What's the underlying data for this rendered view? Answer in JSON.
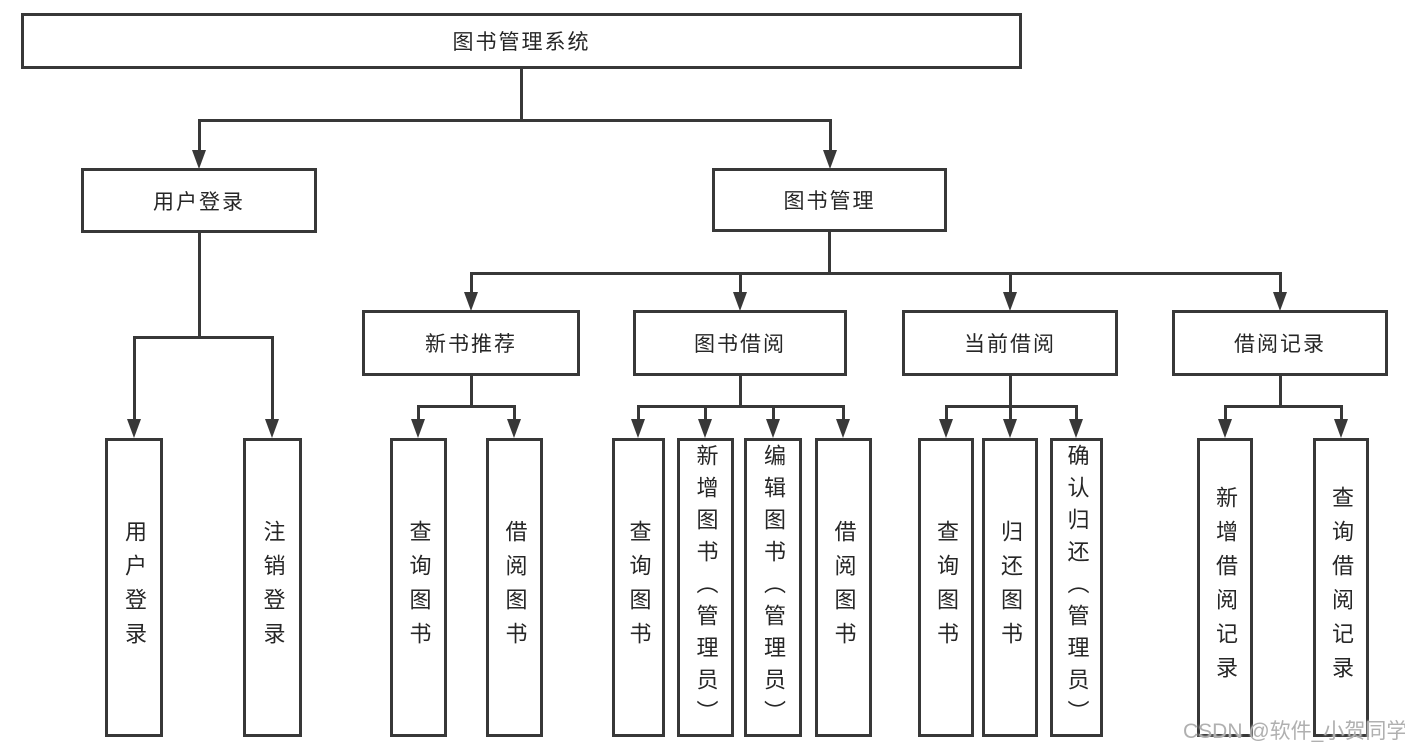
{
  "nodes": {
    "root": "图书管理系统",
    "user_login": "用户登录",
    "book_mgmt": "图书管理",
    "new_book_rec": "新书推荐",
    "book_borrow": "图书借阅",
    "current_borrow": "当前借阅",
    "borrow_records": "借阅记录",
    "leaf_user_login": "用户登录",
    "leaf_logout": "注销登录",
    "leaf_nb_query": "查询图书",
    "leaf_nb_borrow": "借阅图书",
    "leaf_bb_query": "查询图书",
    "leaf_bb_add": "新增图书（管理员）",
    "leaf_bb_edit": "编辑图书（管理员）",
    "leaf_bb_borrow": "借阅图书",
    "leaf_cb_query": "查询图书",
    "leaf_cb_return": "归还图书",
    "leaf_cb_confirm": "确认归还（管理员）",
    "leaf_br_add": "新增借阅记录",
    "leaf_br_query": "查询借阅记录"
  },
  "hierarchy": {
    "root": {
      "children": [
        "user_login",
        "book_mgmt"
      ]
    },
    "user_login": {
      "children": [
        "leaf_user_login",
        "leaf_logout"
      ]
    },
    "book_mgmt": {
      "children": [
        "new_book_rec",
        "book_borrow",
        "current_borrow",
        "borrow_records"
      ]
    },
    "new_book_rec": {
      "children": [
        "leaf_nb_query",
        "leaf_nb_borrow"
      ]
    },
    "book_borrow": {
      "children": [
        "leaf_bb_query",
        "leaf_bb_add",
        "leaf_bb_edit",
        "leaf_bb_borrow"
      ]
    },
    "current_borrow": {
      "children": [
        "leaf_cb_query",
        "leaf_cb_return",
        "leaf_cb_confirm"
      ]
    },
    "borrow_records": {
      "children": [
        "leaf_br_add",
        "leaf_br_query"
      ]
    }
  },
  "watermark": "CSDN @软件_小贺同学",
  "colors": {
    "line": "#383838",
    "text": "#262626",
    "watermark": "#b0b0b0",
    "background": "#ffffff"
  }
}
